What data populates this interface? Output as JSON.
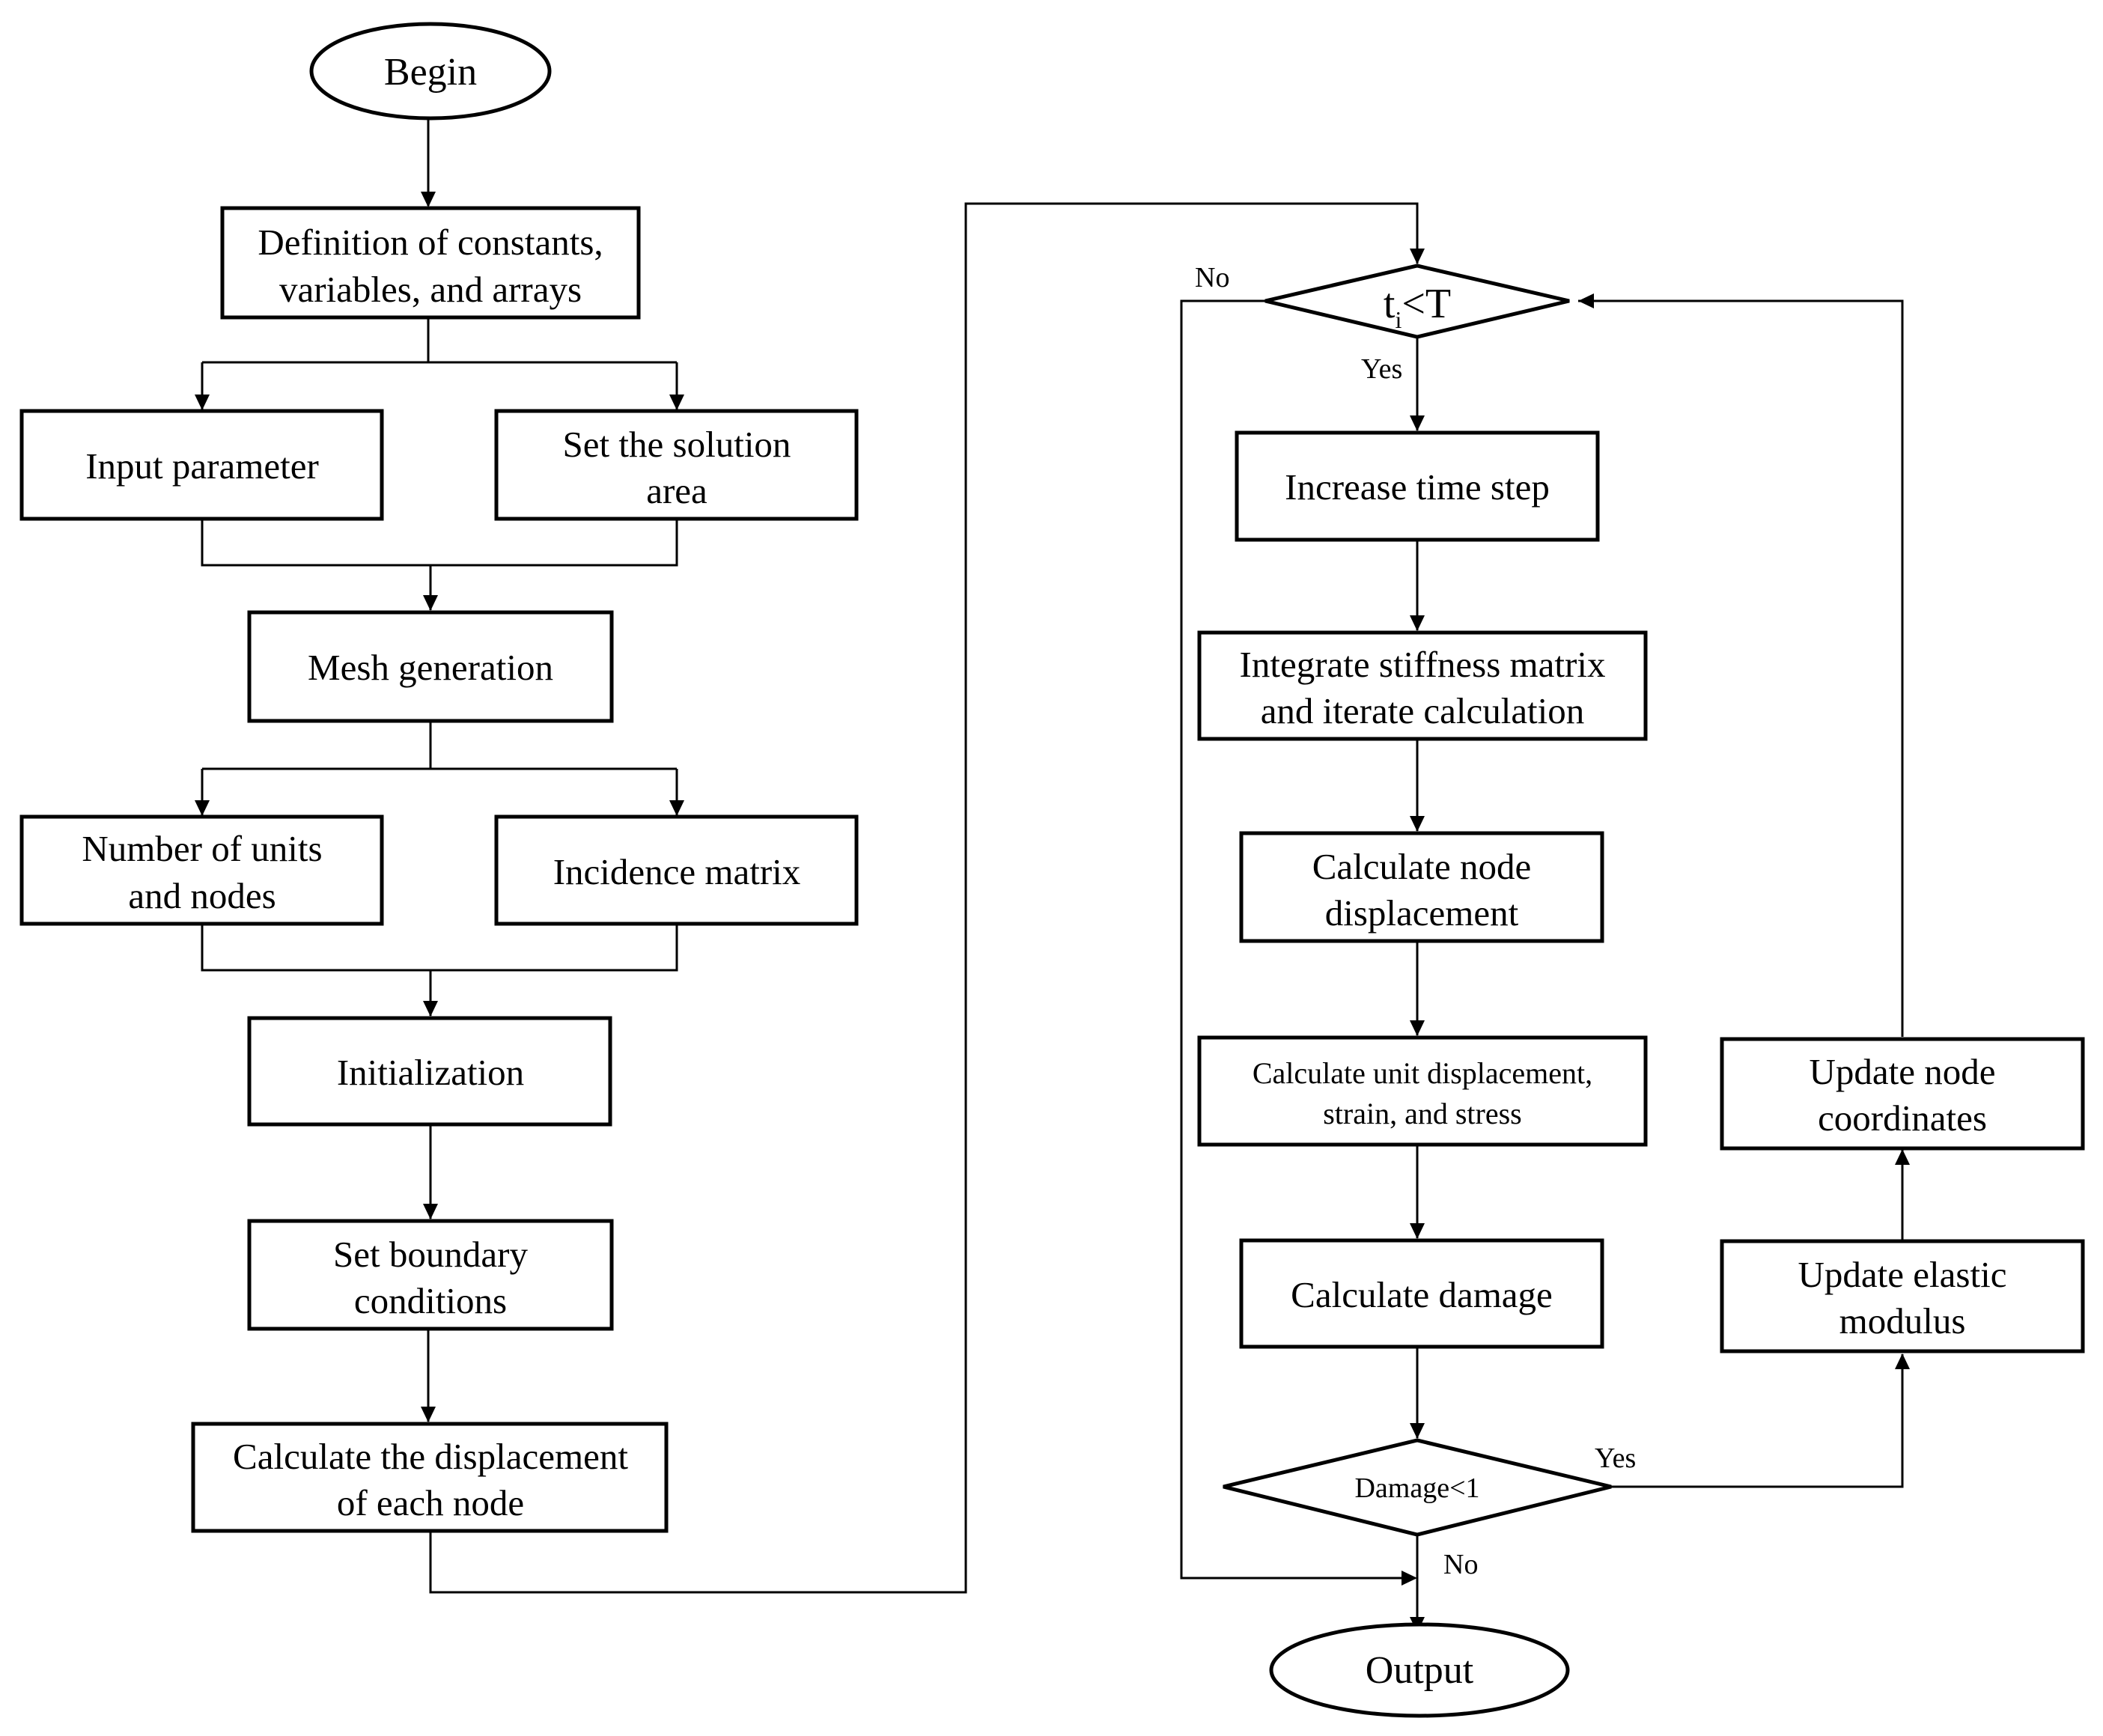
{
  "flowchart": {
    "begin": "Begin",
    "definition": [
      "Definition of constants,",
      "variables, and arrays"
    ],
    "input_parameter": "Input parameter",
    "solution_area": [
      "Set the solution",
      "area"
    ],
    "mesh_generation": "Mesh generation",
    "units_nodes": [
      "Number of units",
      "and nodes"
    ],
    "incidence_matrix": "Incidence matrix",
    "initialization": "Initialization",
    "boundary_conditions": [
      "Set boundary",
      "conditions"
    ],
    "calc_node_displacement_each": [
      "Calculate the displacement",
      "of each node"
    ],
    "time_condition": {
      "t": "t",
      "sub": "i",
      "rest": "<T"
    },
    "increase_time_step": "Increase time step",
    "integrate_stiffness": [
      "Integrate stiffness matrix",
      "and iterate calculation"
    ],
    "calc_node_displacement": [
      "Calculate node",
      "displacement"
    ],
    "calc_unit_displacement": [
      "Calculate unit displacement,",
      "strain, and stress"
    ],
    "calc_damage": "Calculate damage",
    "damage_condition": "Damage<1",
    "update_elastic_modulus": [
      "Update elastic",
      "modulus"
    ],
    "update_node_coordinates": [
      "Update node",
      "coordinates"
    ],
    "output": "Output",
    "edge_labels": {
      "no_time": "No",
      "yes_time": "Yes",
      "yes_damage": "Yes",
      "no_damage": "No"
    }
  }
}
